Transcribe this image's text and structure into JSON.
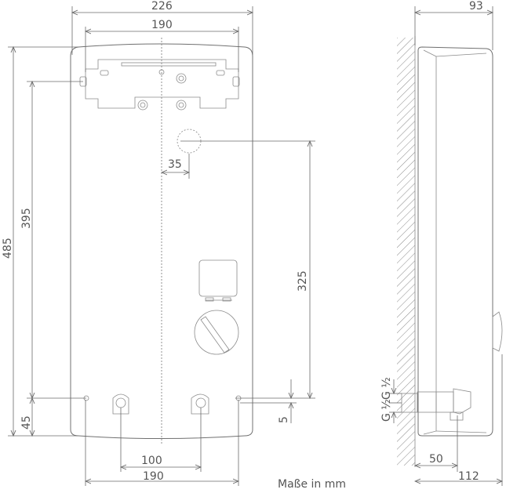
{
  "front_view": {
    "dims": {
      "width_total": "226",
      "width_mount": "190",
      "height_total": "485",
      "height_mount": "395",
      "offset_pipe": "35",
      "height_pipe": "325",
      "bottom_gap": "45",
      "small_gap": "5",
      "conn_spacing": "100",
      "bottom_width": "190"
    }
  },
  "side_view": {
    "dims": {
      "depth": "93",
      "depth_total": "112",
      "conn_depth": "50",
      "thread_a": "G ½",
      "thread_b": "G ½"
    }
  },
  "footer_note": "Maße in mm"
}
